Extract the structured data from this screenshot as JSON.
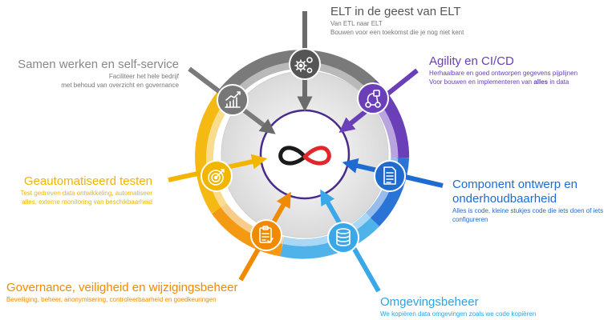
{
  "pillars": {
    "elt": {
      "title": "ELT in de geest van ELT",
      "desc": [
        "Van ETL naar ELT",
        "Bouwen voor een toekomst die je nog niet kent"
      ],
      "color": "#777777",
      "icon": "gears-icon"
    },
    "agility": {
      "title": "Agility en CI/CD",
      "desc": [
        "Herhaalbare en goed ontworpen gegevens pijplijnen"
      ],
      "desc2_prefix": "Voor bouwen en implementeren van ",
      "desc2_bold": "alles",
      "desc2_suffix": " in data",
      "color": "#6a3fb8",
      "icon": "pipeline-icon"
    },
    "component": {
      "title_line1": "Component ontwerp en",
      "title_line2": "onderhoudbaarheid",
      "desc": [
        "Alles is code, kleine stukjes code die iets doen of iets",
        "configureren"
      ],
      "color": "#1f6bd0",
      "icon": "document-icon"
    },
    "omgeving": {
      "title": "Omgevingsbeheer",
      "desc": [
        "We kopiëren  data omgevingen zoals we code kopiëren"
      ],
      "color": "#29a3e6",
      "icon": "database-icon"
    },
    "governance": {
      "title": "Governance, veiligheid en wijzigingsbeheer",
      "desc": [
        "Beveiliging, beheer, anonymisering, controleerbaarheid en goedkeuringen"
      ],
      "color": "#f08a00",
      "icon": "clipboard-icon"
    },
    "testen": {
      "title": "Geautomatiseerd testen",
      "desc": [
        "Test gedreven data ontwikkeling, automatiseer",
        "alles, externe monitoring van beschikbaarheid"
      ],
      "color": "#f0b400",
      "icon": "target-icon"
    },
    "samen": {
      "title": "Samen werken en self-service",
      "desc": [
        "Faciliteer het hele bedrijf",
        "met behoud van overzicht en governance"
      ],
      "color": "#888888",
      "icon": "growth-chart-icon"
    }
  },
  "center": {
    "icon": "infinity-logo-icon",
    "colors": [
      "#e3262c",
      "#1a1a1a"
    ]
  }
}
